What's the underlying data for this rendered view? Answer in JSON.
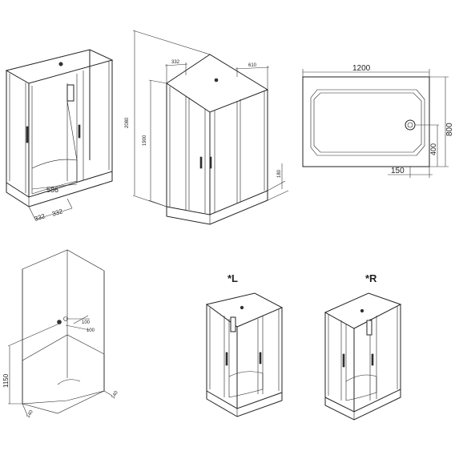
{
  "dimensions": {
    "base_depth": "586",
    "base_offset_a": "332",
    "base_offset_b": "332",
    "total_height": "2080",
    "door_height": "1900",
    "top_left": "332",
    "top_right": "610",
    "tray_height": "180",
    "tray_width": "1200",
    "tray_depth": "800",
    "drain_offset_y": "400",
    "drain_offset_x": "150",
    "inlet_a": "100",
    "inlet_b": "100",
    "inlet_height": "1150",
    "wall_a": "140",
    "wall_b": "140"
  },
  "variants": {
    "left_label": "*L",
    "right_label": "*R"
  },
  "colors": {
    "line": "#222222",
    "background": "#ffffff"
  }
}
